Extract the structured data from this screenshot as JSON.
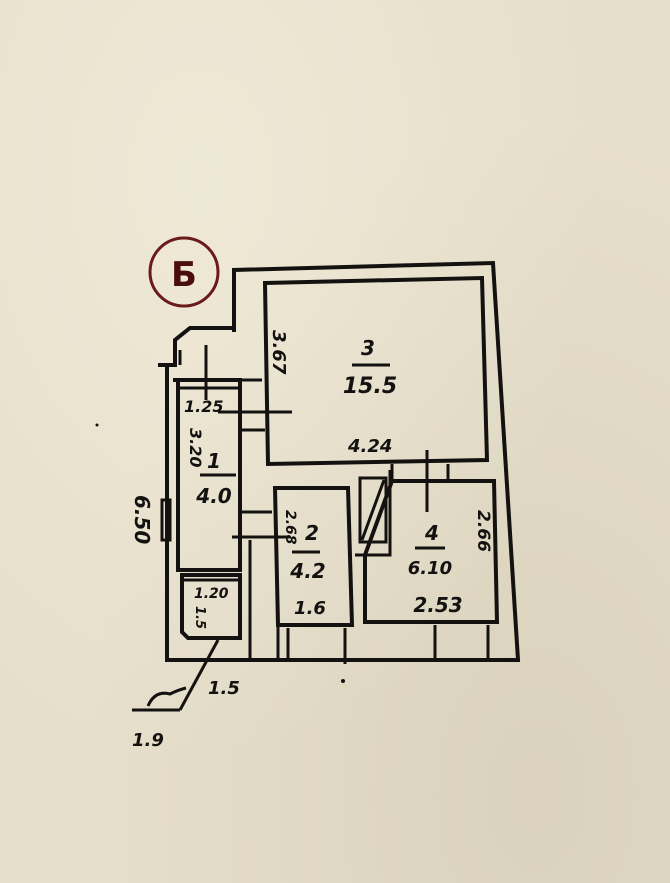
{
  "plan": {
    "section_mark": "Б",
    "colors": {
      "ink": "#141210",
      "paper": "#e6dfcb",
      "mark_circle": "#6a1a1a"
    },
    "rooms": [
      {
        "number": "1",
        "area": "4.0",
        "dims": [
          "3.20",
          "1.25"
        ]
      },
      {
        "number": "2",
        "area": "4.2",
        "dims": [
          "2.68",
          "1.6"
        ]
      },
      {
        "number": "3",
        "area": "15.5",
        "dims": [
          "3.67",
          "4.24"
        ]
      },
      {
        "number": "4",
        "area": "6.10",
        "dims": [
          "2.66",
          "2.53"
        ]
      }
    ],
    "small_room_dims": [
      "1.20",
      "1.5"
    ],
    "overall": {
      "height": "6.50"
    },
    "balcony": {
      "depth": "1.5",
      "width": "1.9"
    }
  }
}
